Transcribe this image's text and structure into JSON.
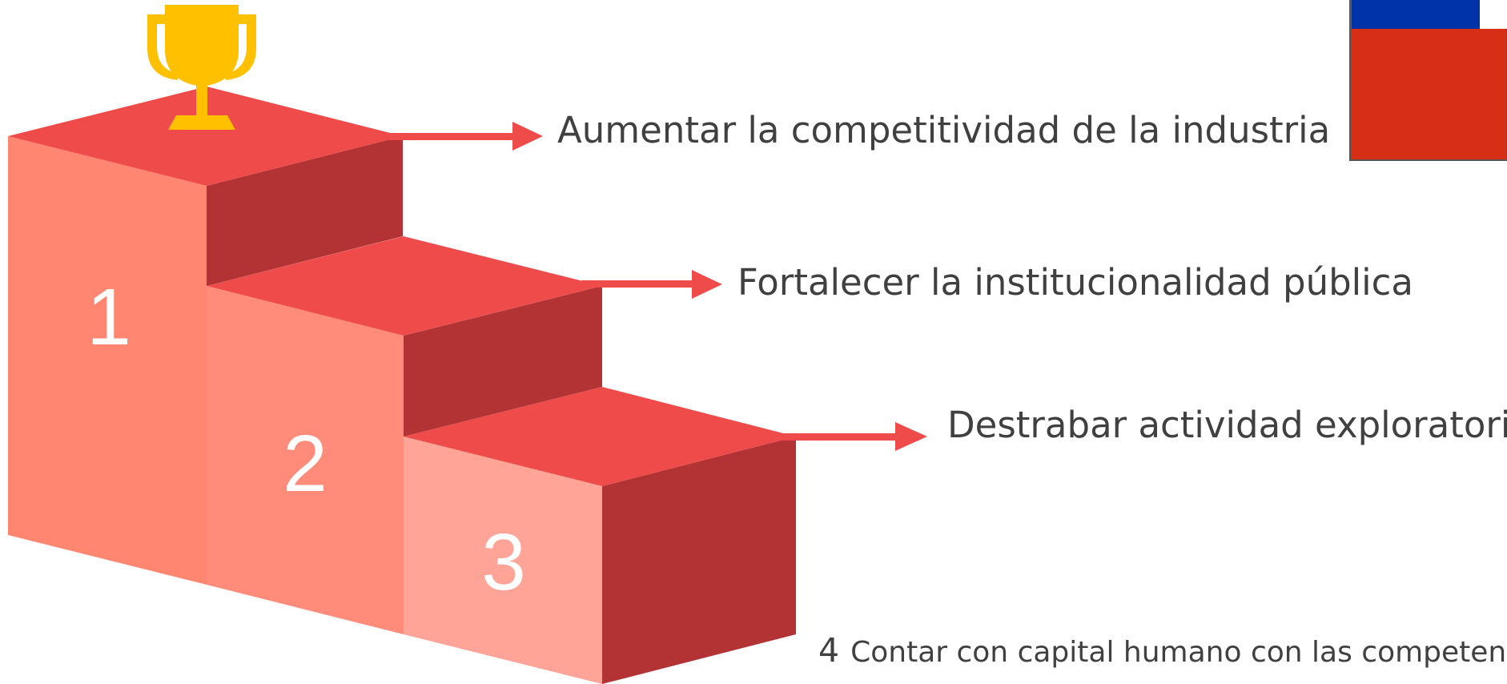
{
  "steps": [
    {
      "number": "1",
      "label": "Aumentar la competitividad de la industria"
    },
    {
      "number": "2",
      "label": "Fortalecer la institucionalidad pública"
    },
    {
      "number": "3",
      "label": "Destrabar actividad exploratoria"
    }
  ],
  "item4": {
    "number": "4",
    "label": "Contar con capital humano con las competencia"
  },
  "colors": {
    "top_face": "#ef4b4b",
    "side_dark": "#b33335",
    "front_1": "#ff8670",
    "front_2": "#ff8c7a",
    "front_3": "#ffa497",
    "arrow": "#ef4b4b",
    "trophy": "#ffc000",
    "flag_blue": "#0032a8",
    "flag_red": "#d62f15"
  },
  "icons": {
    "trophy": "trophy-icon"
  }
}
